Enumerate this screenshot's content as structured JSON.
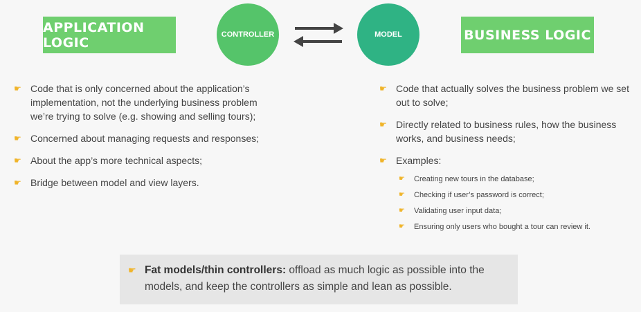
{
  "header": {
    "app_logic": "APPLICATION LOGIC",
    "controller": "CONTROLLER",
    "model": "MODEL",
    "business_logic": "BUSINESS LOGIC"
  },
  "app_logic_items": [
    "Code that is only concerned about the application’s implementation, not the underlying business problem we’re trying to solve (e.g. showing and selling tours);",
    "Concerned about managing requests and responses;",
    "About the app’s more technical aspects;",
    "Bridge between model and view layers."
  ],
  "business_logic_items": [
    "Code that actually solves the business problem we set out to solve;",
    "Directly related to business rules, how the business works, and business needs;",
    "Examples:"
  ],
  "examples": [
    "Creating new tours in the database;",
    "Checking if user’s password is correct;",
    "Validating user input data;",
    "Ensuring only users who bought a tour can review it."
  ],
  "note": {
    "bold": "Fat models/thin controllers:",
    "text": " offload as much logic as possible into the models, and keep the controllers as simple and lean as possible."
  },
  "colors": {
    "box_green": "#6fcf6f",
    "controller_green": "#55c46a",
    "model_teal": "#2fb384",
    "bullet": "#f0b429"
  },
  "icons": {
    "bullet": "pointing-hand-icon",
    "arrows": "bidirectional-arrows-icon"
  }
}
